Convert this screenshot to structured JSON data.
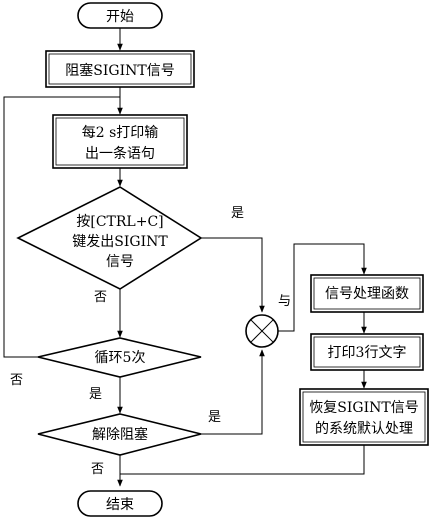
{
  "nodes": {
    "start": "开始",
    "block_signal": "阻塞SIGINT信号",
    "print_stmt_line1": "每2 s打印输",
    "print_stmt_line2": "出一条语句",
    "key_press_line1": "按[CTRL+C]",
    "key_press_line2": "键发出SIGINT",
    "key_press_line3": "信号",
    "loop_5": "循环5次",
    "unblock": "解除阻塞",
    "and_gate": "与",
    "handler": "信号处理函数",
    "print_3_lines": "打印3行文字",
    "restore_line1": "恢复SIGINT信号",
    "restore_line2": "的系统默认处理",
    "end": "结束"
  },
  "edge_labels": {
    "key_yes": "是",
    "key_no": "否",
    "loop_no": "否",
    "loop_yes": "是",
    "unblock_yes": "是",
    "unblock_no": "否"
  }
}
